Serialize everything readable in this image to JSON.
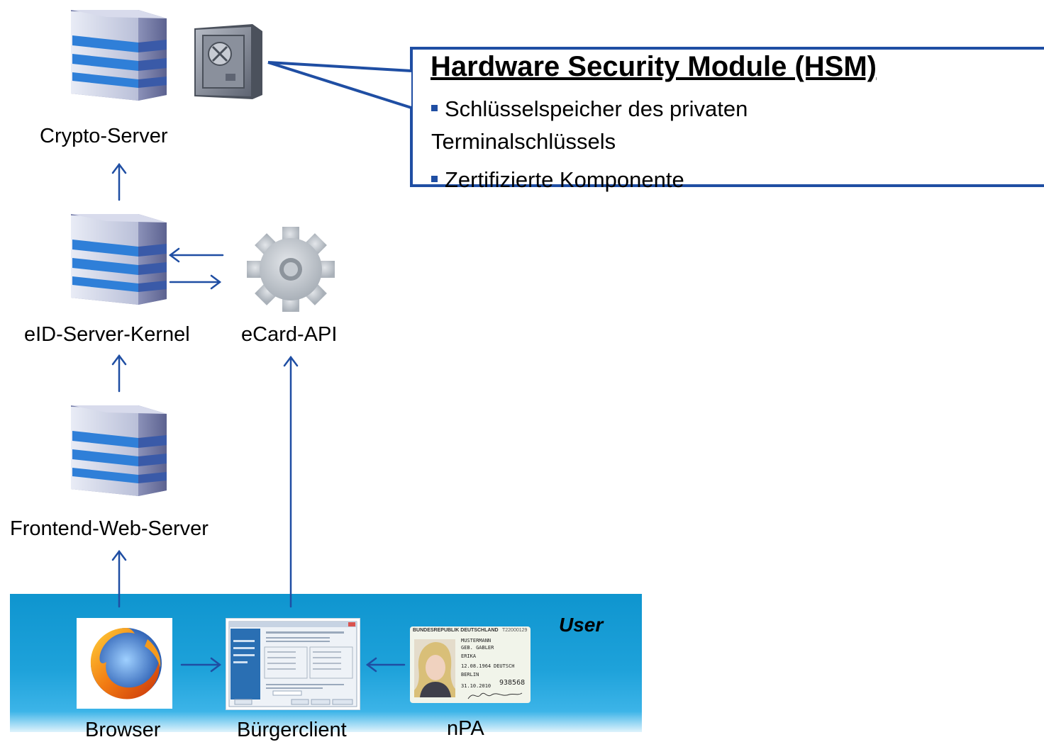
{
  "nodes": {
    "crypto_server": "Crypto-Server",
    "eid_kernel": "eID-Server-Kernel",
    "ecard_api": "eCard-API",
    "frontend": "Frontend-Web-Server",
    "browser": "Browser",
    "buergerclient": "Bürgerclient",
    "npa": "nPA"
  },
  "user_zone": {
    "label": "User"
  },
  "hsm": {
    "title": "Hardware Security Module (HSM)",
    "bullets": [
      "Schlüsselspeicher des privaten",
      "Terminalschlüssels",
      "Zertifizierte Komponente"
    ]
  },
  "id_card": {
    "header": "BUNDESREPUBLIK DEUTSCHLAND",
    "number": "T22000129",
    "surname": "MUSTERMANN",
    "birth_name": "GEB. GABLER",
    "given_name": "ERIKA",
    "birth_date": "12.08.1964",
    "nationality": "DEUTSCH",
    "birth_place": "BERLIN",
    "expiry": "31.10.2010",
    "can": "938568"
  },
  "colors": {
    "arrow": "#1f4ea3",
    "band": "#1ea2da",
    "server_stripe": "#3a8be0"
  }
}
